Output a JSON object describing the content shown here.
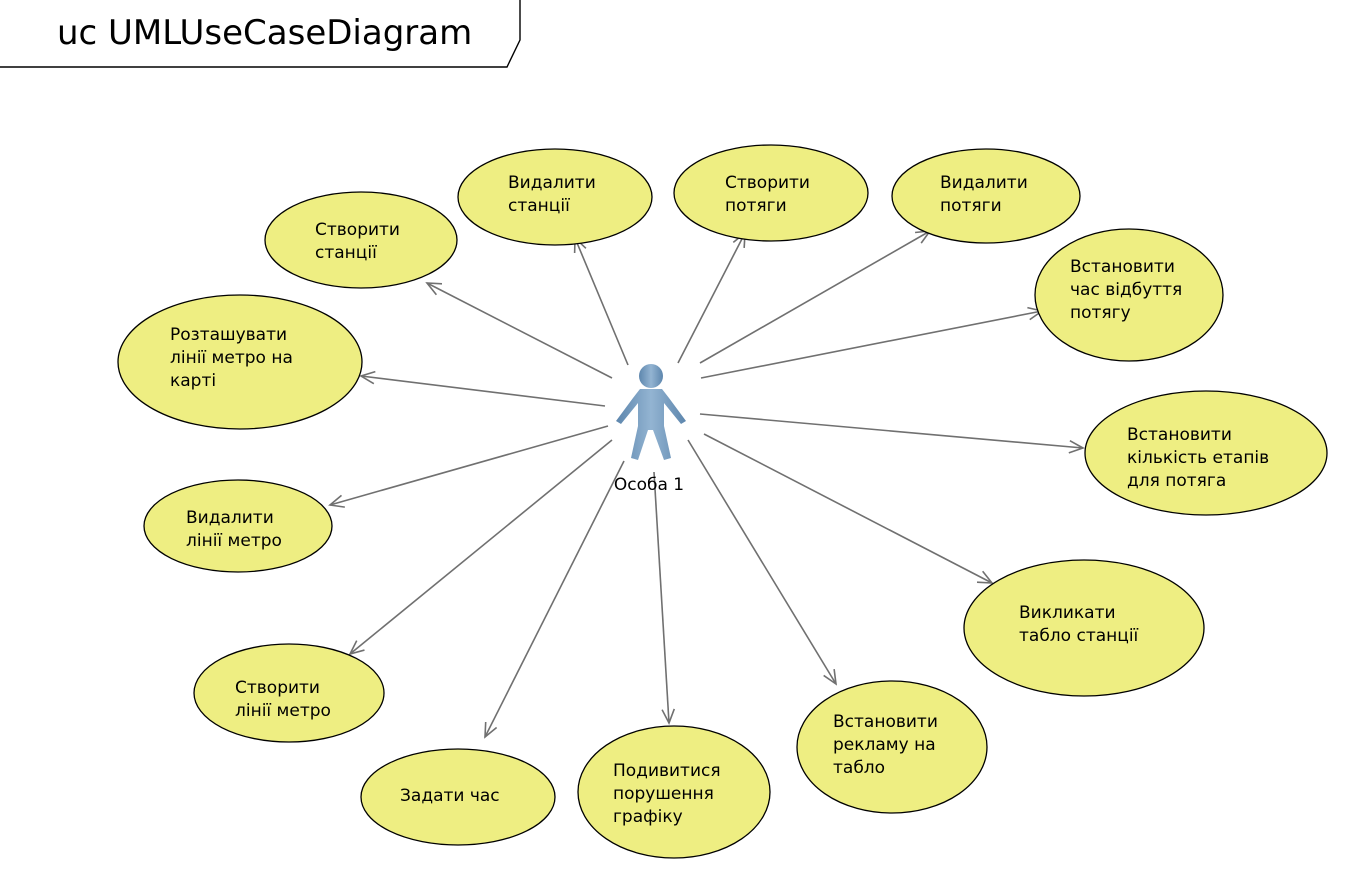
{
  "frame": {
    "title": "uc UMLUseCaseDiagram"
  },
  "actor": {
    "name": "Особа 1"
  },
  "use_cases": [
    {
      "id": "create-stations",
      "lines": [
        "Створити",
        "станції"
      ]
    },
    {
      "id": "delete-stations",
      "lines": [
        "Видалити",
        "станції"
      ]
    },
    {
      "id": "create-trains",
      "lines": [
        "Створити",
        "потяги"
      ]
    },
    {
      "id": "delete-trains",
      "lines": [
        "Видалити",
        "потяги"
      ]
    },
    {
      "id": "set-departure-time",
      "lines": [
        "Встановити",
        "час відбуття",
        "потягу"
      ]
    },
    {
      "id": "place-metro-lines",
      "lines": [
        "Розташувати",
        "лінії метро на",
        "карті"
      ]
    },
    {
      "id": "set-stage-count",
      "lines": [
        "Встановити",
        "кількість етапів",
        "для потяга"
      ]
    },
    {
      "id": "delete-metro-lines",
      "lines": [
        "Видалити",
        "лінії метро"
      ]
    },
    {
      "id": "call-station-board",
      "lines": [
        "Викликати",
        "табло станції"
      ]
    },
    {
      "id": "create-metro-lines",
      "lines": [
        "Створити",
        "лінії метро"
      ]
    },
    {
      "id": "set-board-ads",
      "lines": [
        "Встановити",
        "рекламу на",
        "табло"
      ]
    },
    {
      "id": "set-time",
      "lines": [
        "Задати час"
      ]
    },
    {
      "id": "view-schedule-violations",
      "lines": [
        "Подивитися",
        "порушення",
        "графіку"
      ]
    }
  ],
  "colors": {
    "use_case_fill": "#eeee82",
    "actor_fill": "#7a9ebf",
    "association": "#707070"
  }
}
